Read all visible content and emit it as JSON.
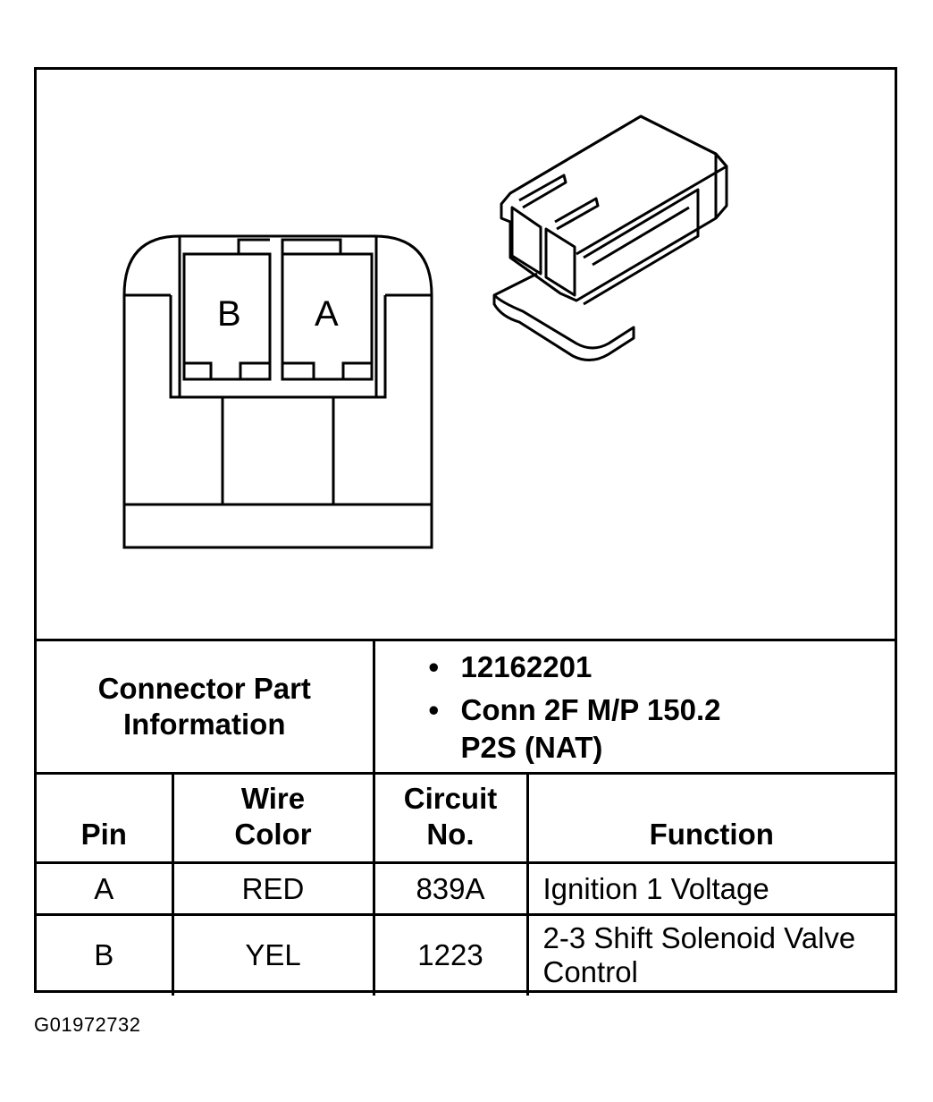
{
  "diagram": {
    "connector_face": {
      "cavities": [
        {
          "label": "B"
        },
        {
          "label": "A"
        }
      ]
    }
  },
  "part_info": {
    "label_line1": "Connector Part",
    "label_line2": "Information",
    "items": [
      {
        "bullet": "•",
        "line1": "12162201",
        "line2": ""
      },
      {
        "bullet": "•",
        "line1": "Conn 2F M/P 150.2",
        "line2": "P2S (NAT)"
      }
    ]
  },
  "table": {
    "headers": {
      "pin": {
        "line1": "",
        "line2": "Pin"
      },
      "wire_color": {
        "line1": "Wire",
        "line2": "Color"
      },
      "circuit": {
        "line1": "Circuit",
        "line2": "No."
      },
      "function": {
        "line1": "",
        "line2": "Function"
      }
    },
    "rows": [
      {
        "pin": "A",
        "wire_color": "RED",
        "circuit": "839A",
        "function_line1": "Ignition 1 Voltage",
        "function_line2": ""
      },
      {
        "pin": "B",
        "wire_color": "YEL",
        "circuit": "1223",
        "function_line1": "2-3 Shift Solenoid Valve",
        "function_line2": "Control"
      }
    ]
  },
  "image_code": "G01972732"
}
